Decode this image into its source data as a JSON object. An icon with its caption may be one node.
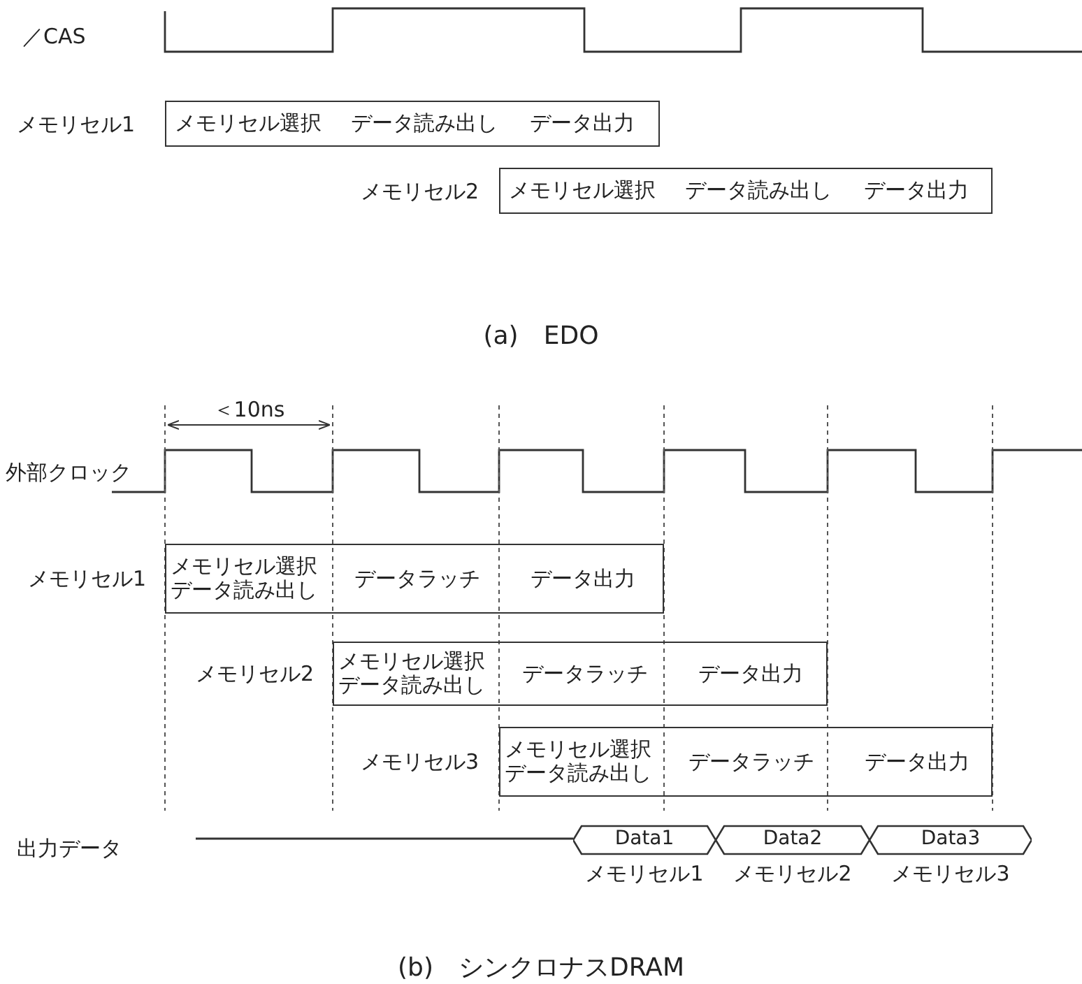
{
  "diagram": {
    "nodes": [
      {
        "text": [
          "メモリセル選択",
          "データ読み出し",
          "データ出力"
        ],
        "beside": [
          "メモリセル1"
        ]
      },
      {
        "text": [
          "メモリセル選択",
          "データ読み出し",
          "データ出力"
        ],
        "beside": [
          "メモリセル2"
        ]
      },
      {
        "text": [
          "メモリセル選択データ読み出し",
          "データラッチ",
          "データ出力"
        ],
        "beside": [
          "メモリセル1"
        ]
      },
      {
        "text": [
          "メモリセル選択データ読み出し",
          "データラッチ",
          "データ出力"
        ],
        "beside": [
          "メモリセル2"
        ]
      },
      {
        "text": [
          "メモリセル選択データ読み出し",
          "データラッチ",
          "データ出力"
        ],
        "beside": [
          "メモリセル3"
        ]
      },
      {
        "text": [
          "Data1"
        ],
        "beside": [
          "メモリセル1"
        ]
      },
      {
        "text": [
          "Data2"
        ],
        "beside": [
          "メモリセル2"
        ]
      },
      {
        "text": [
          "Data3"
        ],
        "beside": [
          "メモリセル3"
        ]
      }
    ],
    "labels": [
      "／CAS",
      "(a)　EDO",
      "＜10ns",
      "外部クロック",
      "出力データ",
      "(b)　シンクロナスDRAM"
    ]
  }
}
